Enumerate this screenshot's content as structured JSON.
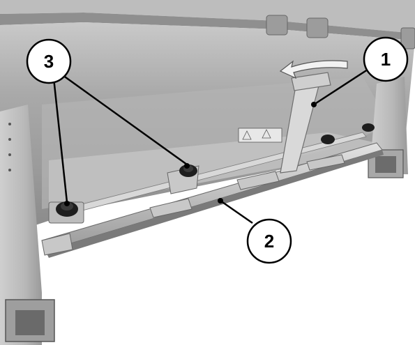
{
  "callouts": [
    {
      "label": "1"
    },
    {
      "label": "2"
    },
    {
      "label": "3"
    }
  ],
  "colors": {
    "background": "#ffffff",
    "metal_light": "#d2d2d2",
    "metal_mid": "#a6a6a6",
    "metal_dark": "#6e6e6e",
    "callout_stroke": "#000000",
    "callout_fill": "#ffffff",
    "knob": "#1e1e1e"
  },
  "icons": [
    "rotation-arrow-icon",
    "warning-label-icon"
  ]
}
